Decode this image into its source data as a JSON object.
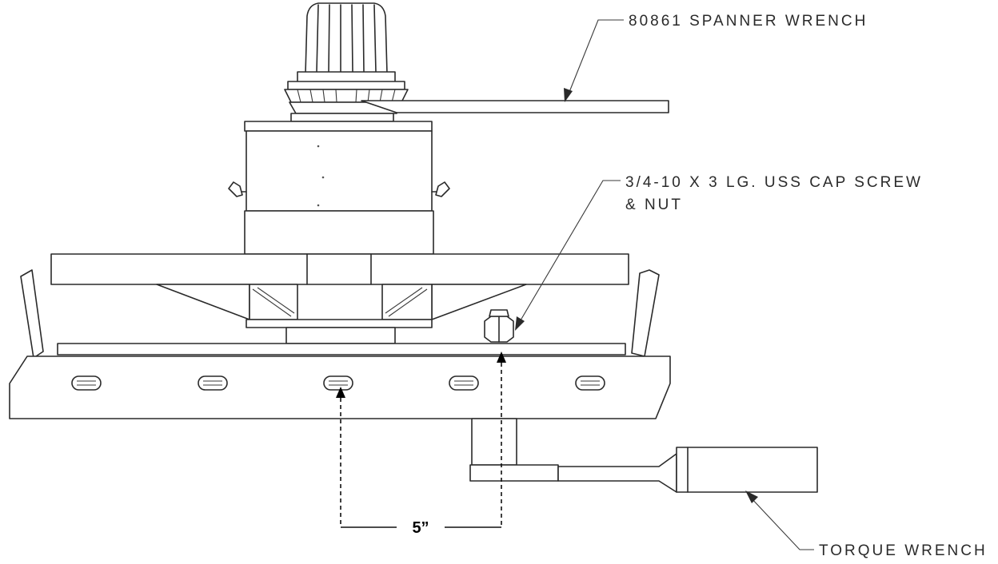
{
  "callouts": {
    "spanner_wrench": "80861 SPANNER WRENCH",
    "cap_screw_line1": "3/4-10 X 3 LG. USS CAP SCREW",
    "cap_screw_line2": "& NUT",
    "torque_wrench": "TORQUE WRENCH"
  },
  "dimension": {
    "label": "5”"
  }
}
